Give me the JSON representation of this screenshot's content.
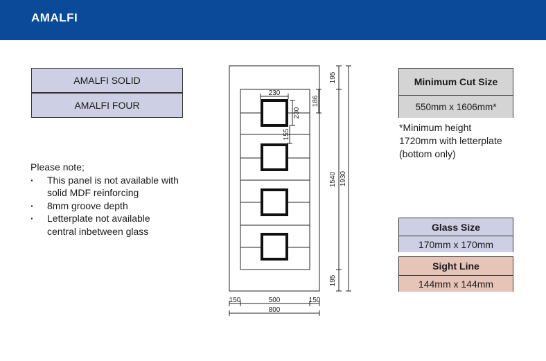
{
  "header": {
    "title": "AMALFI"
  },
  "variants": {
    "solid": "AMALFI SOLID",
    "four": "AMALFI FOUR"
  },
  "note": {
    "title": "Please note;",
    "items": [
      [
        "This panel is not available with",
        "solid MDF reinforcing"
      ],
      [
        "8mm groove depth"
      ],
      [
        "Letterplate not available",
        "central inbetween glass"
      ]
    ]
  },
  "min_cut": {
    "title": "Minimum Cut Size",
    "value": "550mm x 1606mm*"
  },
  "min_cut_note": [
    "*Minimum height",
    "1720mm with letterplate",
    "(bottom only)"
  ],
  "glass_size": {
    "title": "Glass Size",
    "value": "170mm x 170mm"
  },
  "sight_line": {
    "title": "Sight Line",
    "value": "144mm x 144mm"
  },
  "dimensions": {
    "top_gap": "195",
    "bottom_gap": "195",
    "panel_height": "1540",
    "door_height": "1930",
    "glass_width": "230",
    "glass_height": "230",
    "top_offset": "186",
    "glass_spacing": "155",
    "left_margin": "150",
    "panel_width": "500",
    "right_margin": "150",
    "door_width": "800"
  },
  "colors": {
    "header": "#0b4a99",
    "variant_fill": "#cdd0e4",
    "cut_fill": "#d4d4d4",
    "sight_fill": "#e6c4b8"
  }
}
